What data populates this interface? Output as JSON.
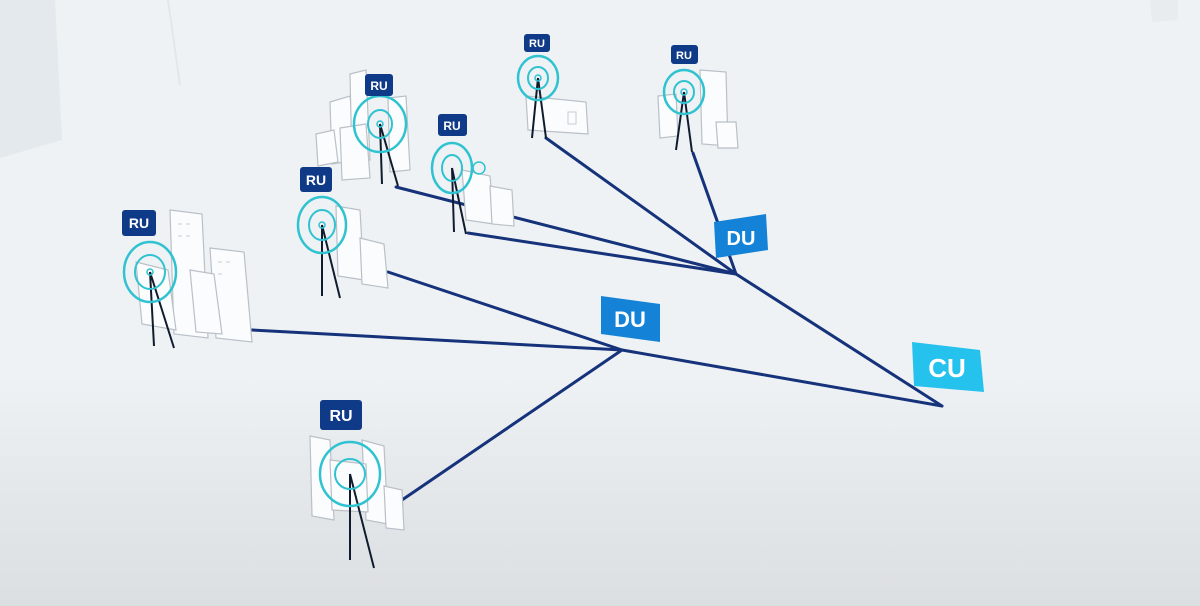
{
  "diagram": {
    "ru_label": "RU",
    "du_label": "DU",
    "cu_label": "CU",
    "colors": {
      "ru_badge": "#0f3a88",
      "du_badge": "#1482d6",
      "cu_badge": "#26c2ee",
      "link": "#15327a",
      "signal": "#2fc2d0",
      "building_stroke": "#b9c0c7",
      "background": "#eef2f5"
    },
    "icons": [
      "radio-tower-icon",
      "building-icon"
    ],
    "topology": {
      "cu": "cu-1",
      "du_nodes": [
        "du-1",
        "du-2"
      ],
      "du_to_cu": [
        [
          "du-1",
          "cu-1"
        ],
        [
          "du-2",
          "cu-1"
        ]
      ],
      "ru_to_du": {
        "du-1": [
          "ru-3",
          "ru-4",
          "ru-5",
          "ru-6"
        ],
        "du-2": [
          "ru-1",
          "ru-2",
          "ru-7"
        ]
      }
    }
  }
}
